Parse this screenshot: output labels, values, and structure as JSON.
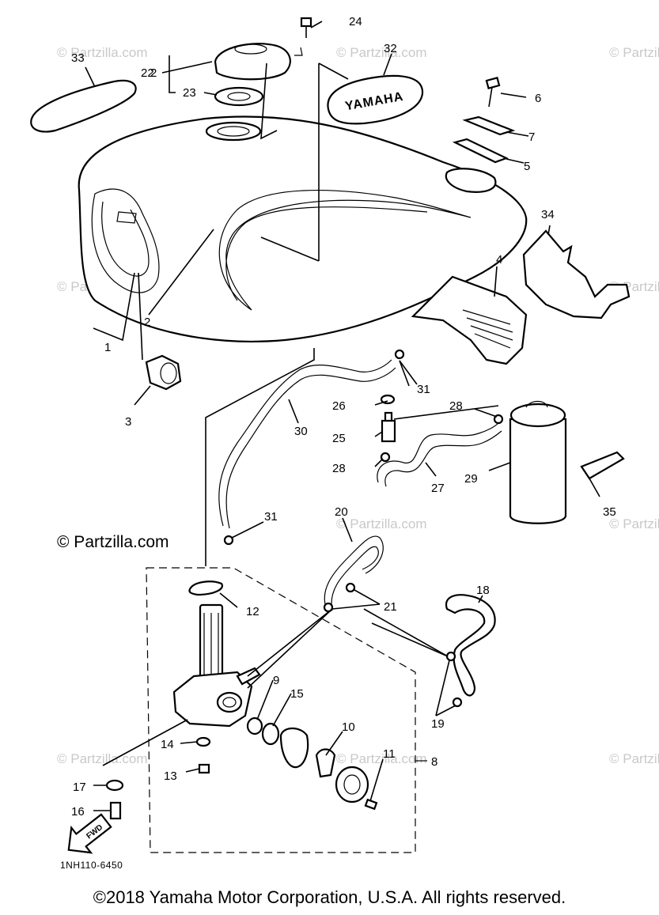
{
  "watermark": "© Partzilla.com",
  "watermark_short": "© Partzill",
  "labels": [
    "1",
    "2",
    "2",
    "3",
    "4",
    "5",
    "6",
    "7",
    "8",
    "9",
    "10",
    "11",
    "12",
    "13",
    "14",
    "15",
    "16",
    "17",
    "18",
    "19",
    "20",
    "21",
    "22",
    "23",
    "24",
    "25",
    "26",
    "27",
    "28",
    "28",
    "29",
    "30",
    "31",
    "31",
    "32",
    "33",
    "34",
    "35"
  ],
  "tank_brand": "YAMAHA",
  "arrow_text": "FWD",
  "diagram_code": "1NH110-6450",
  "copyright": "©2018 Yamaha Motor Corporation, U.S.A. All rights reserved."
}
